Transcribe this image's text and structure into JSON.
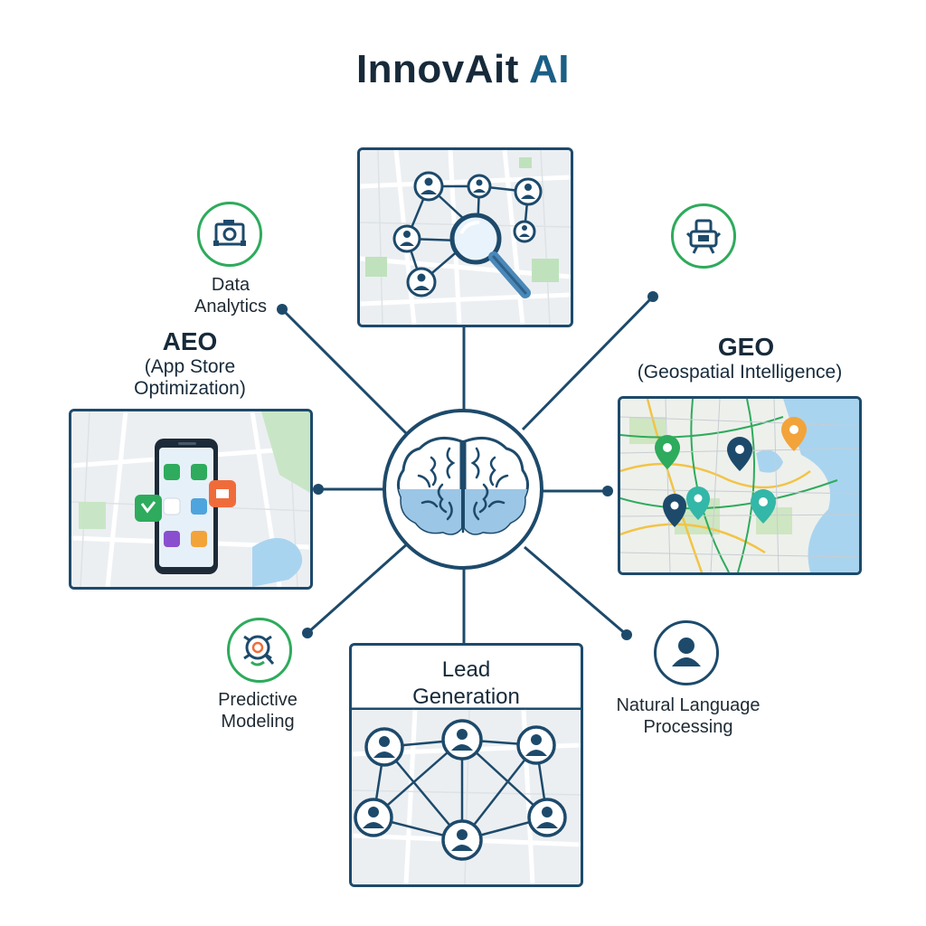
{
  "title": {
    "main": "InnovAit",
    "accent": "AI"
  },
  "center": {
    "icon": "brain-icon"
  },
  "nodes": {
    "top": {
      "icon": "magnifier-network-icon"
    },
    "data_analytics": {
      "label_line1": "Data",
      "label_line2": "Analytics",
      "icon": "camera-analytics-icon"
    },
    "top_right": {
      "icon": "robot-icon"
    },
    "aeo": {
      "title": "AEO",
      "sub_line1": "(App Store",
      "sub_line2": "Optimization)",
      "icon": "smartphone-apps-icon"
    },
    "geo": {
      "title": "GEO",
      "subtitle": "(Geospatial Intelligence)",
      "icon": "map-pins-icon"
    },
    "predictive": {
      "label_line1": "Predictive",
      "label_line2": "Modeling",
      "icon": "predictive-gear-icon"
    },
    "lead": {
      "title_line1": "Lead",
      "title_line2": "Generation",
      "icon": "people-network-icon"
    },
    "nlp": {
      "label_line1": "Natural Language",
      "label_line2": "Processing",
      "icon": "user-icon"
    }
  },
  "colors": {
    "navy": "#1d4a6b",
    "green": "#2eab5c",
    "teal": "#33b7a8",
    "orange": "#f2a43a",
    "lightblue": "#9cc6e6"
  }
}
